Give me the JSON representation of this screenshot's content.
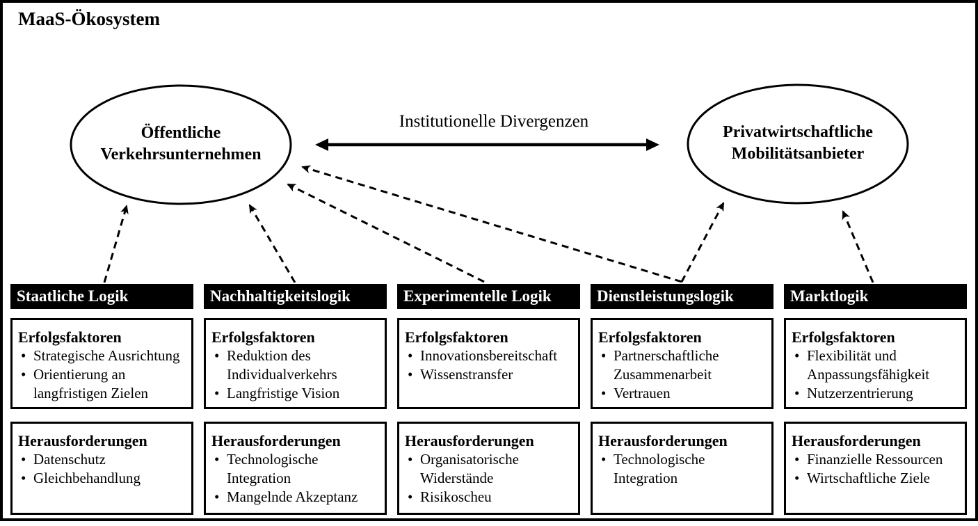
{
  "title": "MaaS-Ökosystem",
  "actors": {
    "left": {
      "line1": "Öffentliche",
      "line2": "Verkehrsunternehmen"
    },
    "right": {
      "line1": "Privatwirtschaftliche",
      "line2": "Mobilitätsanbieter"
    }
  },
  "relationship": {
    "label": "Institutionelle Divergenzen",
    "style": "solid-double-arrow"
  },
  "connections": [
    {
      "from": "Staatliche Logik",
      "to": "Öffentliche Verkehrsunternehmen",
      "style": "dashed-arrow"
    },
    {
      "from": "Nachhaltigkeitslogik",
      "to": "Öffentliche Verkehrsunternehmen",
      "style": "dashed-arrow"
    },
    {
      "from": "Experimentelle Logik",
      "to": "Öffentliche Verkehrsunternehmen",
      "style": "dashed-arrow"
    },
    {
      "from": "Dienstleistungslogik",
      "to": "Öffentliche Verkehrsunternehmen",
      "style": "dashed-arrow"
    },
    {
      "from": "Dienstleistungslogik",
      "to": "Privatwirtschaftliche Mobilitätsanbieter",
      "style": "dashed-arrow"
    },
    {
      "from": "Marktlogik",
      "to": "Privatwirtschaftliche Mobilitätsanbieter",
      "style": "dashed-arrow"
    }
  ],
  "columns": [
    {
      "header": "Staatliche Logik",
      "success": {
        "heading": "Erfolgsfaktoren",
        "items": [
          "Strategische Ausrichtung",
          "Orientierung an langfristigen Zielen"
        ]
      },
      "challenges": {
        "heading": "Herausforderungen",
        "items": [
          "Datenschutz",
          "Gleichbehandlung"
        ]
      }
    },
    {
      "header": "Nachhaltigkeitslogik",
      "success": {
        "heading": "Erfolgsfaktoren",
        "items": [
          "Reduktion des Individualverkehrs",
          "Langfristige Vision"
        ]
      },
      "challenges": {
        "heading": "Herausforderungen",
        "items": [
          "Technologische Integration",
          "Mangelnde Akzeptanz"
        ]
      }
    },
    {
      "header": "Experimentelle Logik",
      "success": {
        "heading": "Erfolgsfaktoren",
        "items": [
          "Innovationsbereitschaft",
          "Wissenstransfer"
        ]
      },
      "challenges": {
        "heading": "Herausforderungen",
        "items": [
          "Organisatorische Widerstände",
          "Risikoscheu"
        ]
      }
    },
    {
      "header": "Dienstleistungslogik",
      "success": {
        "heading": "Erfolgsfaktoren",
        "items": [
          "Partnerschaftliche Zusammenarbeit",
          "Vertrauen"
        ]
      },
      "challenges": {
        "heading": "Herausforderungen",
        "items": [
          "Technologische Integration"
        ]
      }
    },
    {
      "header": "Marktlogik",
      "success": {
        "heading": "Erfolgsfaktoren",
        "items": [
          "Flexibilität und Anpassungsfähigkeit",
          "Nutzerzentrierung"
        ]
      },
      "challenges": {
        "heading": "Herausforderungen",
        "items": [
          "Finanzielle Ressourcen",
          "Wirtschaftliche Ziele"
        ]
      }
    }
  ],
  "colors": {
    "ink": "#000000",
    "background": "#ffffff",
    "header_bg": "#000000",
    "header_text": "#ffffff"
  }
}
